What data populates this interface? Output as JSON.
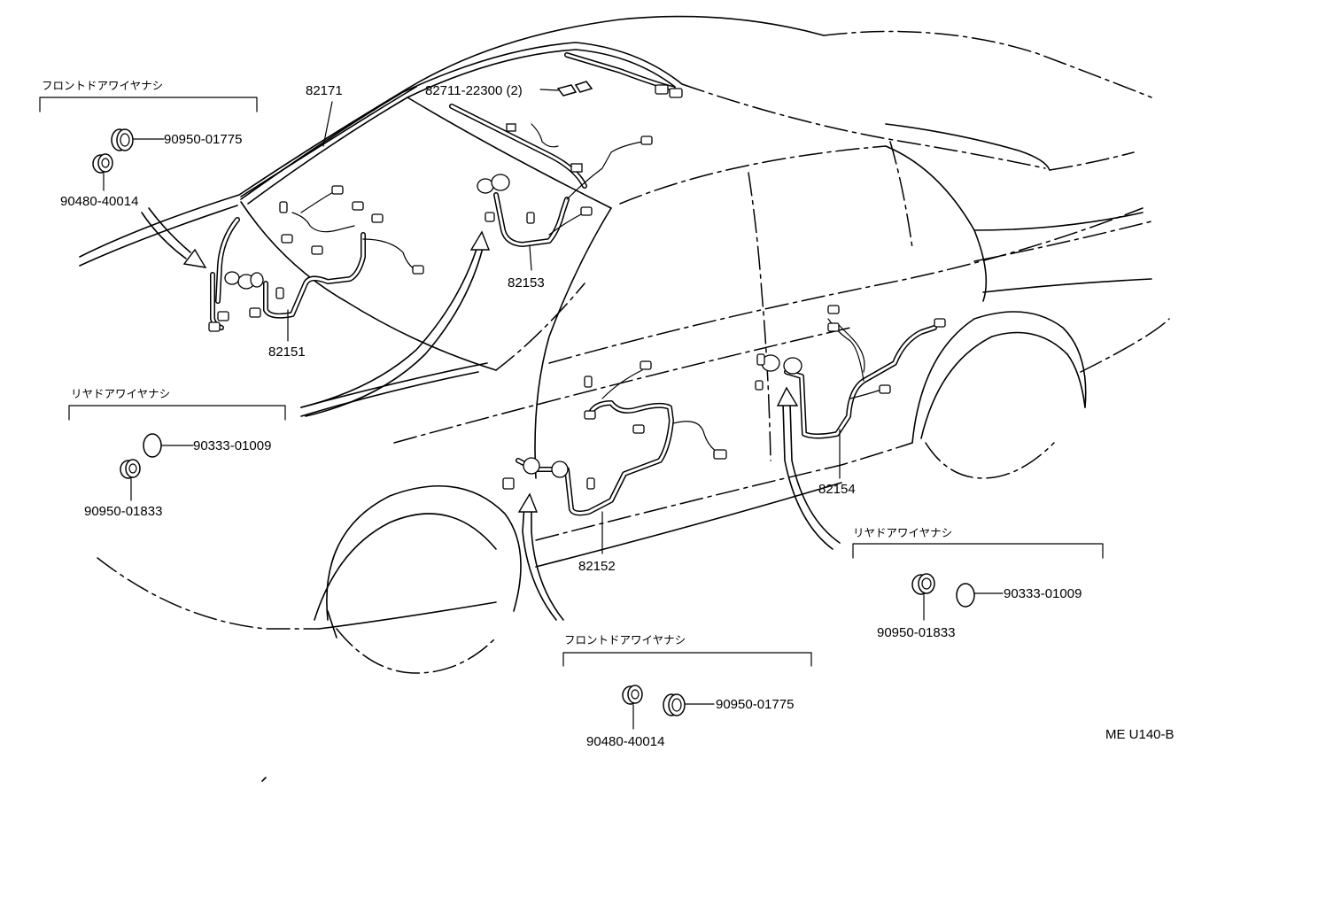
{
  "part_numbers": {
    "roof_harness": "82171",
    "roof_clip": "82711-22300 (2)",
    "front_left_harness": "82151",
    "front_right_harness": "82153",
    "front_door_lower_harness": "82152",
    "rear_door_harness": "82154"
  },
  "groups": {
    "front_door_top": {
      "title": "フロントドアワイヤナシ",
      "part_a": "90950-01775",
      "part_b": "90480-40014"
    },
    "rear_door_left": {
      "title": "リヤドアワイヤナシ",
      "part_a": "90333-01009",
      "part_b": "90950-01833"
    },
    "rear_door_right": {
      "title": "リヤドアワイヤナシ",
      "part_a": "90950-01833",
      "part_b": "90333-01009"
    },
    "front_door_bottom": {
      "title": "フロントドアワイヤナシ",
      "part_a": "90480-40014",
      "part_b": "90950-01775"
    }
  },
  "diagram_code": "ME U140-B"
}
